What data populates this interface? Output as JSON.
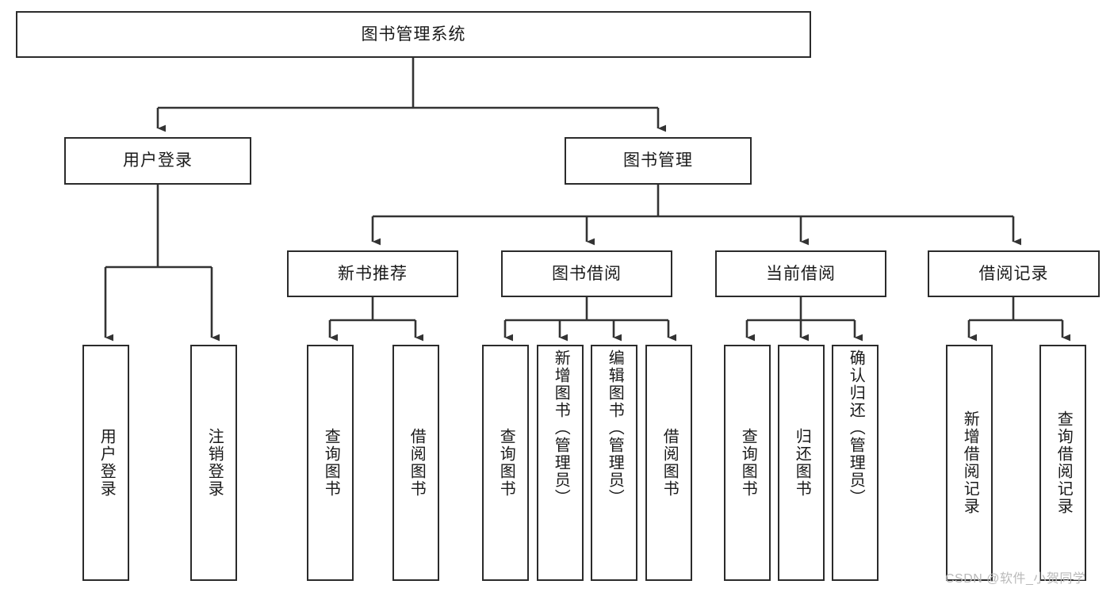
{
  "diagram": {
    "type": "tree-hierarchy-chart",
    "title": "图书管理系统",
    "watermark": "CSDN @软件_小贺同学",
    "colors": {
      "box_border": "#2b2b2b",
      "box_fill": "#ffffff",
      "connector": "#333333",
      "text": "#1a1a1a",
      "watermark": "#b9b9b9"
    },
    "levels": {
      "level1": [
        {
          "id": "root",
          "label": "图书管理系统",
          "orientation": "horizontal"
        }
      ],
      "level2": [
        {
          "id": "user-login",
          "label": "用户登录",
          "orientation": "horizontal"
        },
        {
          "id": "book-manage",
          "label": "图书管理",
          "orientation": "horizontal"
        }
      ],
      "level3": [
        {
          "id": "new-book-recommend",
          "label": "新书推荐",
          "orientation": "horizontal"
        },
        {
          "id": "book-borrow",
          "label": "图书借阅",
          "orientation": "horizontal"
        },
        {
          "id": "current-borrow",
          "label": "当前借阅",
          "orientation": "horizontal"
        },
        {
          "id": "borrow-record",
          "label": "借阅记录",
          "orientation": "horizontal"
        }
      ],
      "level4": [
        {
          "id": "leaf-user-login",
          "label": "用户登录",
          "parent": "user-login",
          "orientation": "vertical"
        },
        {
          "id": "leaf-logout-login",
          "label": "注销登录",
          "parent": "user-login",
          "orientation": "vertical"
        },
        {
          "id": "leaf-query-book-1",
          "label": "查询图书",
          "parent": "new-book-recommend",
          "orientation": "vertical"
        },
        {
          "id": "leaf-borrow-book-1",
          "label": "借阅图书",
          "parent": "new-book-recommend",
          "orientation": "vertical"
        },
        {
          "id": "leaf-query-book-2",
          "label": "查询图书",
          "parent": "book-borrow",
          "orientation": "vertical"
        },
        {
          "id": "leaf-add-book",
          "label": "新增图书（管理员）",
          "parent": "book-borrow",
          "orientation": "vertical"
        },
        {
          "id": "leaf-edit-book",
          "label": "编辑图书（管理员）",
          "parent": "book-borrow",
          "orientation": "vertical"
        },
        {
          "id": "leaf-borrow-book-2",
          "label": "借阅图书",
          "parent": "book-borrow",
          "orientation": "vertical"
        },
        {
          "id": "leaf-query-book-3",
          "label": "查询图书",
          "parent": "current-borrow",
          "orientation": "vertical"
        },
        {
          "id": "leaf-return-book",
          "label": "归还图书",
          "parent": "current-borrow",
          "orientation": "vertical"
        },
        {
          "id": "leaf-confirm-return",
          "label": "确认归还（管理员）",
          "parent": "current-borrow",
          "orientation": "vertical"
        },
        {
          "id": "leaf-add-record",
          "label": "新增借阅记录",
          "parent": "borrow-record",
          "orientation": "vertical"
        },
        {
          "id": "leaf-query-record",
          "label": "查询借阅记录",
          "parent": "borrow-record",
          "orientation": "vertical"
        }
      ]
    }
  }
}
